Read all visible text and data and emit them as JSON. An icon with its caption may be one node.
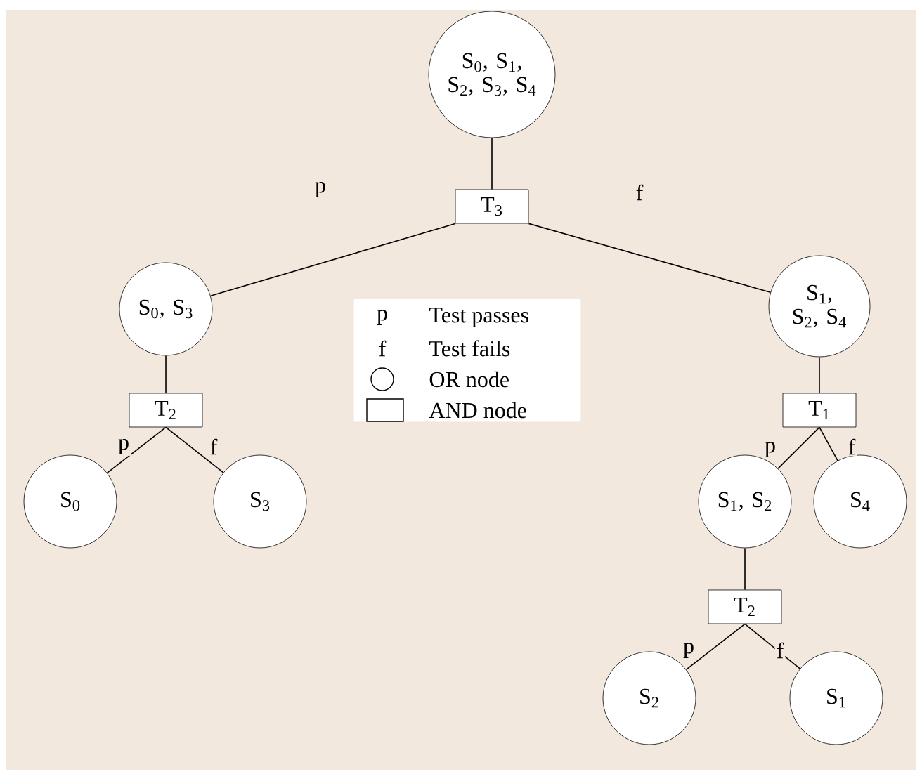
{
  "diagram": {
    "nodes": [
      {
        "text": [
          "S$_{0}$, S$_{1}$, S$_{2}$, S$_{3}$, S$_{4}$"
        ]
      },
      {
        "text": [
          "T$_{3}$"
        ]
      },
      {
        "text": [
          "S$_{0}$, S$_{3}$"
        ]
      },
      {
        "text": [
          "S$_{1}$, S$_{2}$, S$_{4}$"
        ]
      },
      {
        "text": [
          "T$_{2}$"
        ]
      },
      {
        "text": [
          "S$_{0}$"
        ]
      },
      {
        "text": [
          "S$_{3}$"
        ]
      },
      {
        "text": [
          "T$_{1}$"
        ]
      },
      {
        "text": [
          "S$_{1}$, S$_{2}$"
        ]
      },
      {
        "text": [
          "S$_{4}$"
        ]
      },
      {
        "text": [
          "T$_{2}$"
        ]
      },
      {
        "text": [
          "S$_{2}$"
        ]
      },
      {
        "text": [
          "S$_{1}$"
        ]
      }
    ],
    "edges": [
      {
        "from": 0,
        "to": 1,
        "arrow": "none"
      },
      {
        "from": 1,
        "to": 2,
        "arrow": "none",
        "label": "p"
      },
      {
        "from": 1,
        "to": 3,
        "arrow": "none",
        "label": "f"
      },
      {
        "from": 2,
        "to": 4,
        "arrow": "none"
      },
      {
        "from": 4,
        "to": 5,
        "arrow": "none",
        "label": "p"
      },
      {
        "from": 4,
        "to": 6,
        "arrow": "none",
        "label": "f"
      },
      {
        "from": 3,
        "to": 7,
        "arrow": "none"
      },
      {
        "from": 7,
        "to": 8,
        "arrow": "none",
        "label": "p"
      },
      {
        "from": 7,
        "to": 9,
        "arrow": "none",
        "label": "f"
      },
      {
        "from": 8,
        "to": 10,
        "arrow": "none"
      },
      {
        "from": 10,
        "to": 11,
        "arrow": "none",
        "label": "p"
      },
      {
        "from": 10,
        "to": 12,
        "arrow": "none",
        "label": "f"
      }
    ],
    "labels": [
      "p",
      "f"
    ],
    "legend": [
      {
        "text": "Test passes"
      },
      {
        "text": "Test fails"
      },
      {
        "text": "OR node"
      },
      {
        "text": "AND node"
      }
    ]
  }
}
